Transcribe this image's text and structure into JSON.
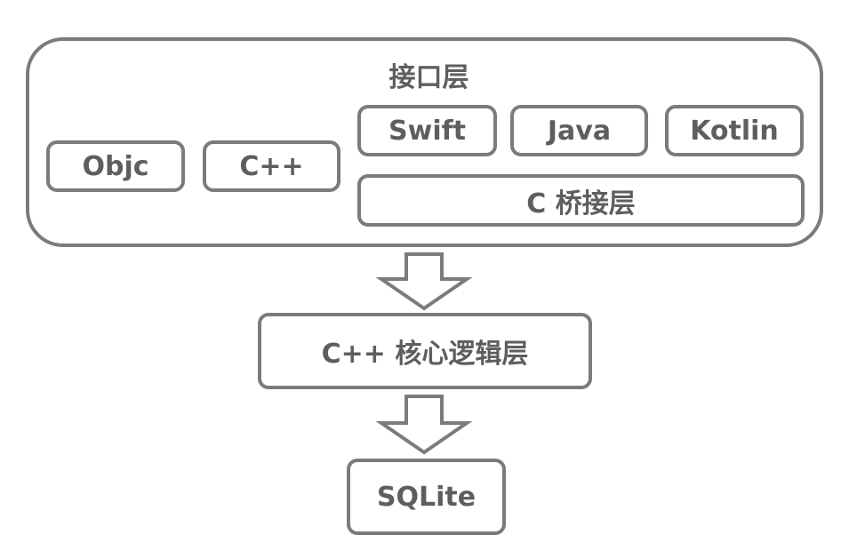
{
  "interface_layer": {
    "title": "接口层",
    "objc": "Objc",
    "cpp": "C++",
    "swift": "Swift",
    "java": "Java",
    "kotlin": "Kotlin",
    "c_bridge": "C 桥接层"
  },
  "core_layer": {
    "label": "C++ 核心逻辑层"
  },
  "storage_layer": {
    "label": "SQLite"
  },
  "colors": {
    "stroke": "#7b7b7b",
    "text": "#5e5e5e",
    "background": "#ffffff"
  }
}
